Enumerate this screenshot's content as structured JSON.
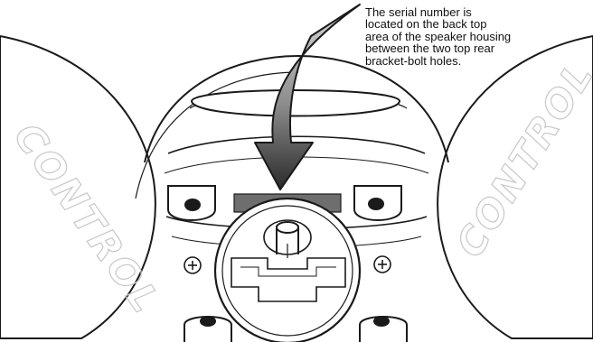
{
  "caption": {
    "lines": [
      "The serial number is",
      "located on the back top",
      "area of the speaker housing",
      "between the two top rear",
      "bracket-bolt holes."
    ]
  },
  "speakers": {
    "left_label": "CONTROL",
    "right_label": "CONTROL"
  },
  "colors": {
    "outline": "#1a1a1a",
    "serial_plate": "#6e6e6e",
    "arrow_dark": "#2a2a2a",
    "arrow_light": "#d9d9d9",
    "watermark": "#c8c8c8"
  }
}
